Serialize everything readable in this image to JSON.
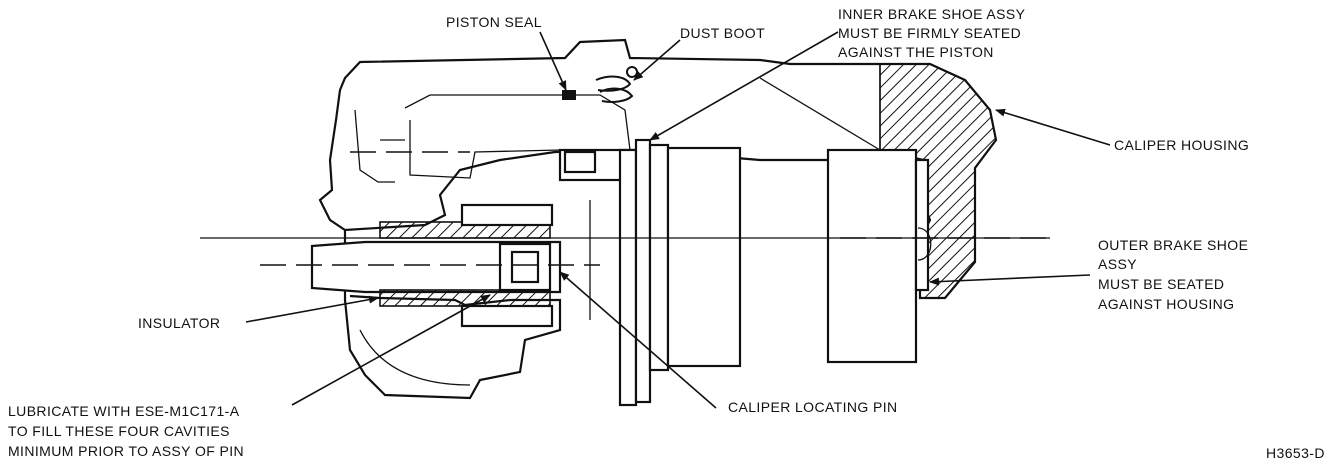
{
  "labels": {
    "piston_seal": "PISTON SEAL",
    "dust_boot": "DUST BOOT",
    "inner_shoe": [
      "INNER BRAKE SHOE ASSY",
      "MUST BE FIRMLY SEATED",
      "AGAINST THE PISTON"
    ],
    "caliper_housing": "CALIPER HOUSING",
    "outer_shoe": [
      "OUTER BRAKE SHOE",
      "ASSY",
      "MUST BE SEATED",
      "AGAINST HOUSING"
    ],
    "insulator": "INSULATOR",
    "lubricate": [
      "LUBRICATE WITH ESE-M1C171-A",
      "TO FILL THESE FOUR CAVITIES",
      "MINIMUM PRIOR TO ASSY OF PIN"
    ],
    "locating_pin": "CALIPER LOCATING PIN",
    "figure_code": "H3653-D"
  },
  "colors": {
    "ink": "#111111",
    "paper": "#ffffff"
  }
}
